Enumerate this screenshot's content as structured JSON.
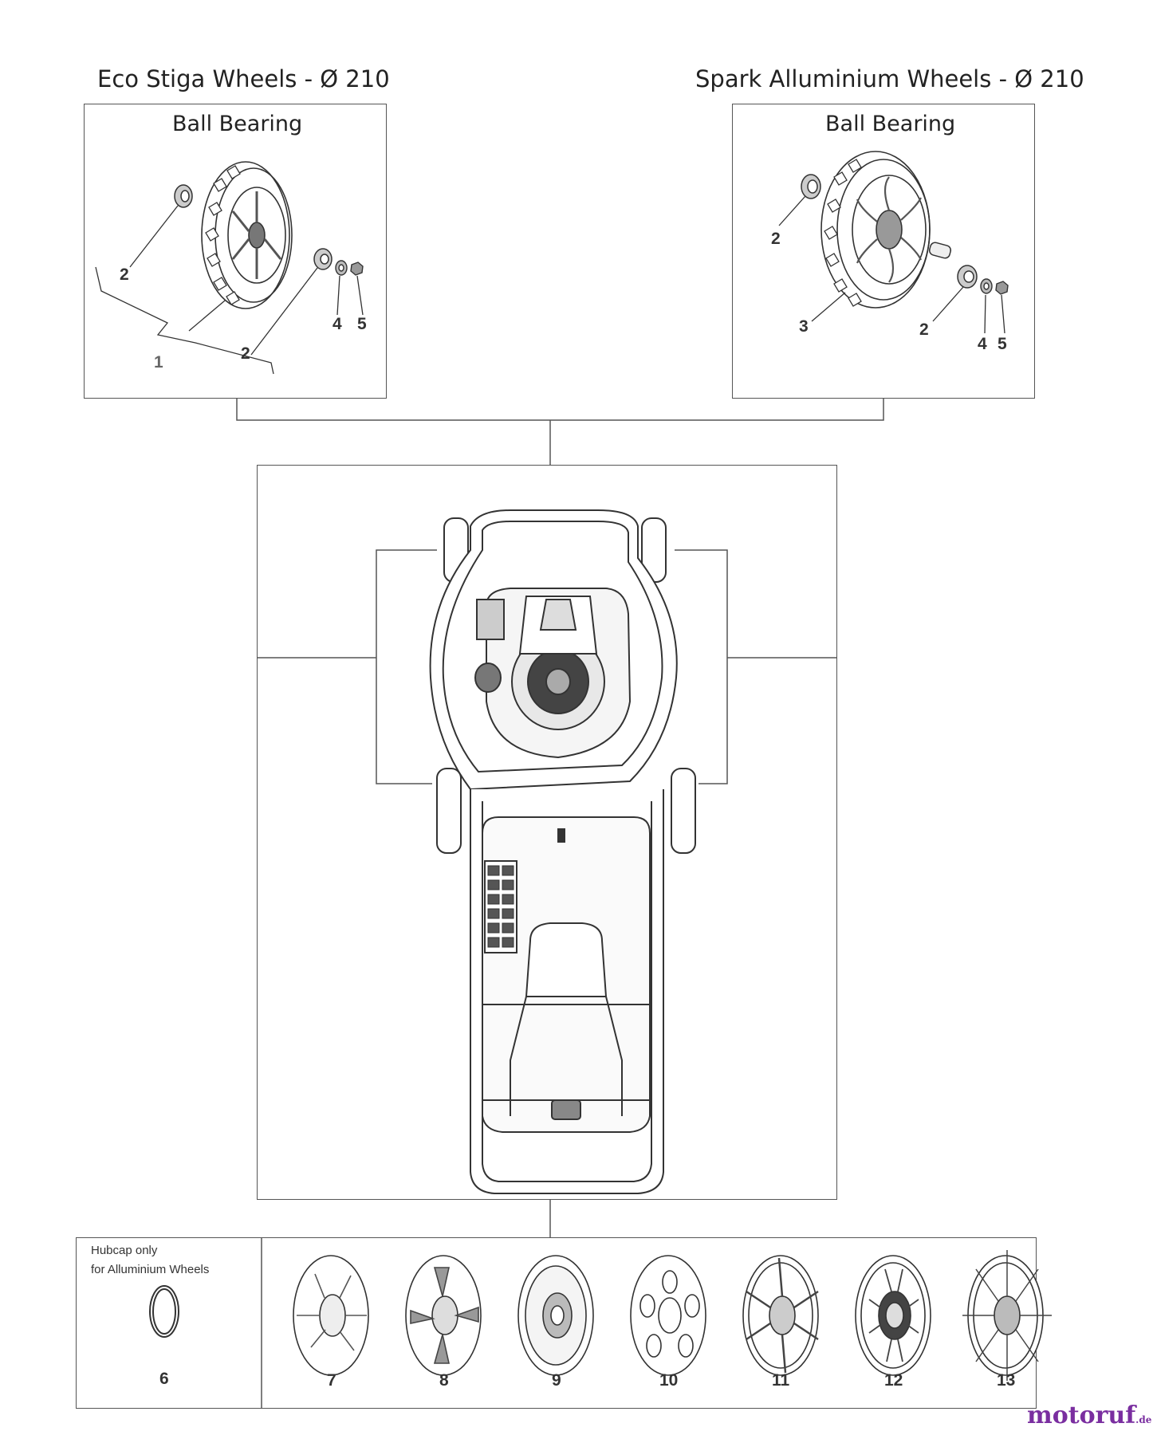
{
  "sections": {
    "eco": {
      "title": "Eco Stiga Wheels - Ø 210",
      "caption": "Ball Bearing",
      "callouts": [
        "1",
        "2",
        "2",
        "4",
        "5"
      ]
    },
    "spark": {
      "title": "Spark Alluminium Wheels - Ø 210",
      "caption": "Ball Bearing",
      "callouts": [
        "2",
        "3",
        "2",
        "4",
        "5"
      ]
    }
  },
  "hubcaps": {
    "note_line1": "Hubcap only",
    "note_line2": "for Alluminium Wheels",
    "part_ring": "6",
    "parts": [
      "7",
      "8",
      "9",
      "10",
      "11",
      "12",
      "13"
    ]
  },
  "watermark": {
    "brand": "motoruf",
    "suffix": ".de"
  },
  "colors": {
    "line": "#555555",
    "watermark": "#7a2ea0"
  },
  "icons": [
    "wheel-icon",
    "bearing-icon",
    "washer-icon",
    "nut-icon",
    "lawnmower-icon",
    "hubcap-icon",
    "ring-icon"
  ]
}
